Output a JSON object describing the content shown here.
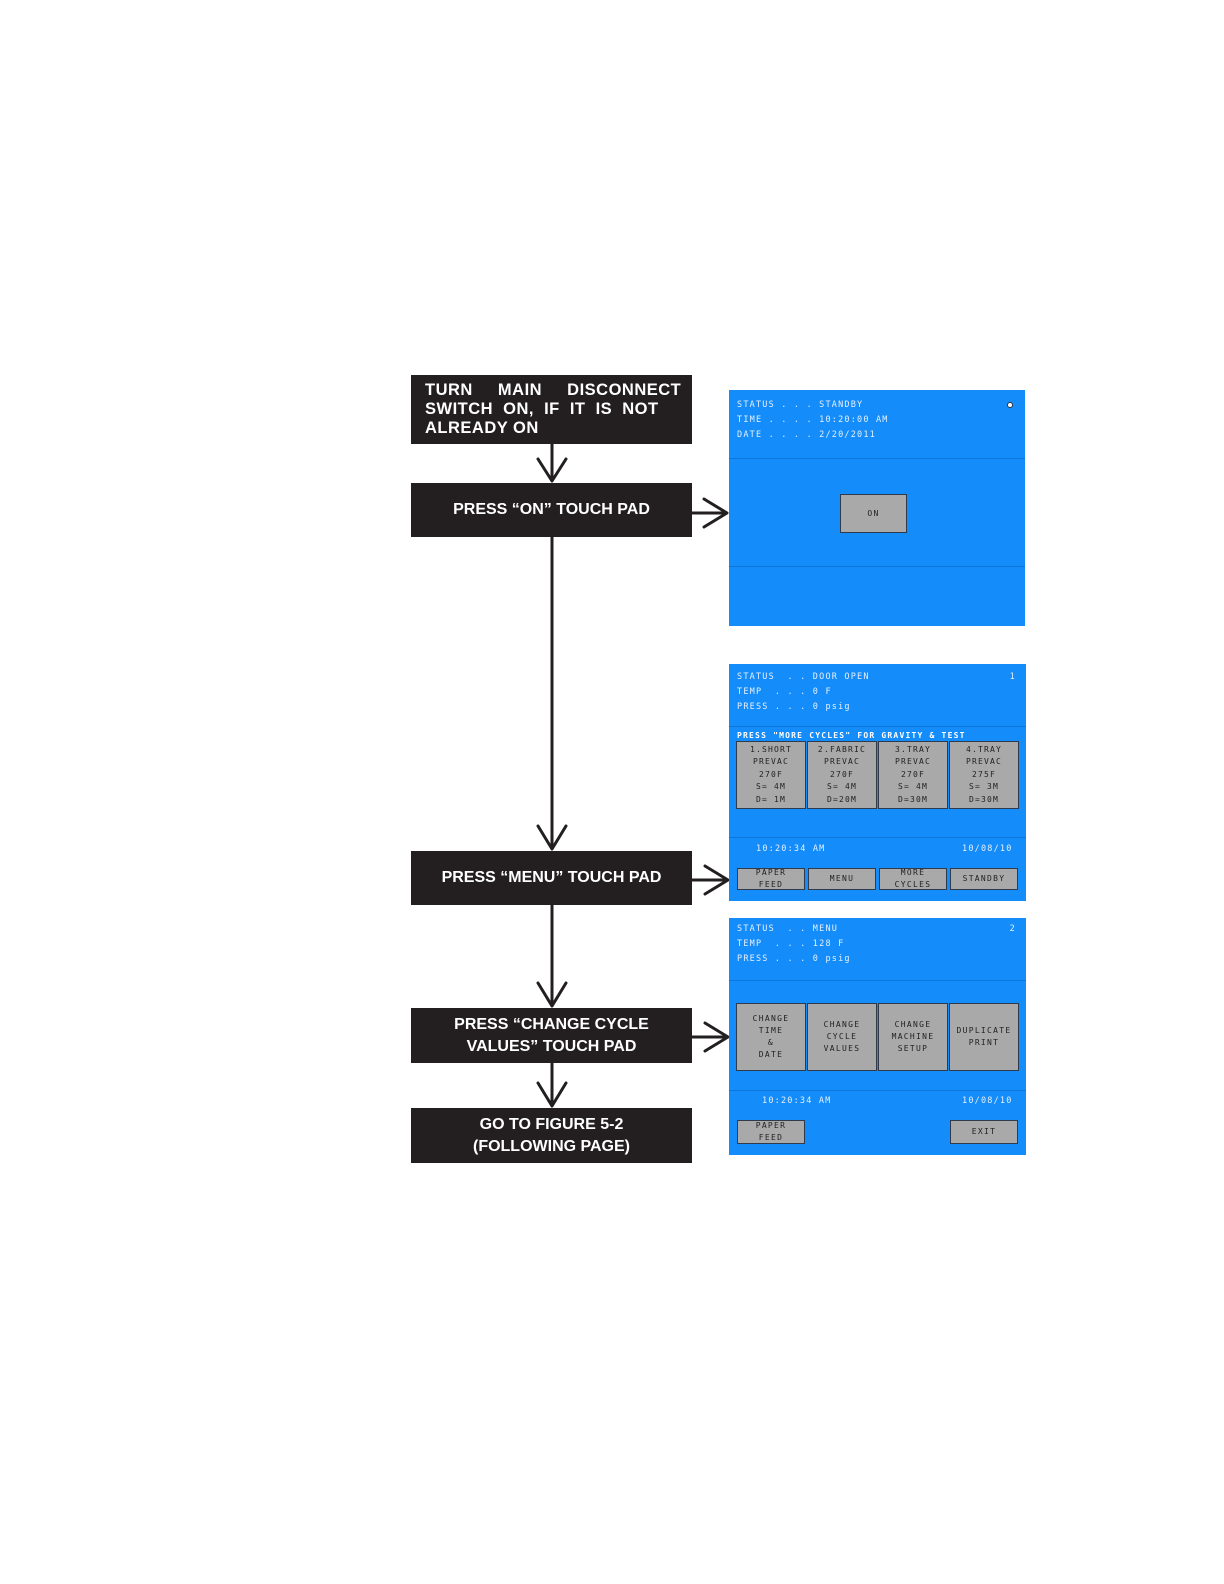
{
  "steps": {
    "turn_on": [
      "TURN MAIN DISCONNECT",
      "SWITCH ON, IF IT IS NOT",
      "ALREADY ON"
    ],
    "press_on": "PRESS “ON” TOUCH PAD",
    "press_menu": "PRESS “MENU” TOUCH PAD",
    "press_change_cycle": "PRESS “CHANGE CYCLE\nVALUES” TOUCH PAD",
    "go_to_figure": "GO TO FIGURE 5-2\n(FOLLOWING  PAGE)"
  },
  "screen1": {
    "status": "STATUS . . . STANDBY",
    "time": "TIME . . . . 10:20:00 AM",
    "date": "DATE . . . . 2/20/2011",
    "on_button": "ON"
  },
  "screen2": {
    "page_number": "1",
    "status": "STATUS  . . DOOR OPEN",
    "temp": "TEMP  . . . 0 F",
    "press": "PRESS . . . 0 psig",
    "hint": "PRESS \"MORE CYCLES\" FOR GRAVITY & TEST",
    "cycles": [
      "1.SHORT\nPREVAC\n270F\nS= 4M\nD= 1M",
      "2.FABRIC\nPREVAC\n270F\nS= 4M\nD=20M",
      "3.TRAY\nPREVAC\n270F\nS= 4M\nD=30M",
      "4.TRAY\nPREVAC\n275F\nS= 3M\nD=30M"
    ],
    "time": "10:20:34 AM",
    "date": "10/08/10",
    "buttons": [
      "PAPER\nFEED",
      "MENU",
      "MORE\nCYCLES",
      "STANDBY"
    ]
  },
  "screen3": {
    "page_number": "2",
    "status": "STATUS  . . MENU",
    "temp": "TEMP  . . . 128 F",
    "press": "PRESS . . . 0 psig",
    "options": [
      "CHANGE\nTIME\n&\nDATE",
      "CHANGE\nCYCLE\nVALUES",
      "CHANGE\nMACHINE\nSETUP",
      "DUPLICATE\nPRINT"
    ],
    "time": "10:20:34 AM",
    "date": "10/08/10",
    "paper_feed": "PAPER\nFEED",
    "exit": "EXIT"
  }
}
